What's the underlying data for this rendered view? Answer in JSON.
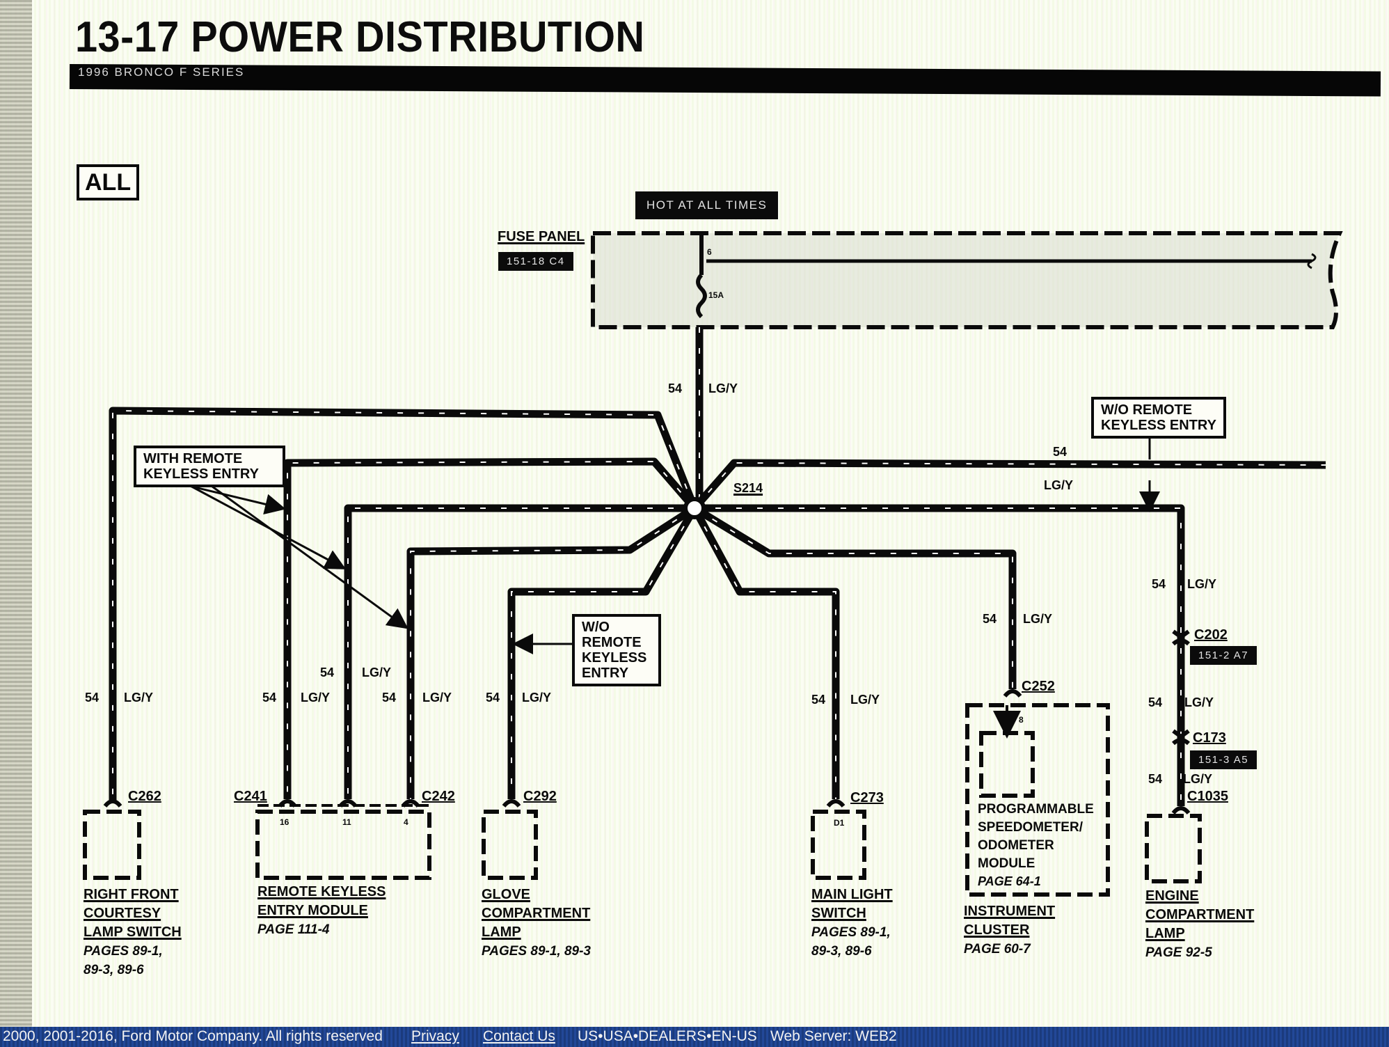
{
  "header": {
    "title": "13-17 POWER DISTRIBUTION",
    "subtitle": "1996 BRONCO F SERIES"
  },
  "applicability": "ALL",
  "power_source": {
    "status_tag": "HOT AT ALL TIMES",
    "fuse_panel": {
      "label": "FUSE PANEL",
      "ref": "151-18 C4",
      "terminal": "6",
      "fuse_rating": "15A"
    }
  },
  "wire": {
    "circuit": "54",
    "color": "LG/Y"
  },
  "splice": "S214",
  "notes": {
    "with_rke": "WITH REMOTE KEYLESS ENTRY",
    "without_rke_right": "W/O REMOTE KEYLESS ENTRY",
    "without_rke_center": [
      "W/O",
      "REMOTE",
      "KEYLESS",
      "ENTRY"
    ]
  },
  "connectors": {
    "c262": "C262",
    "c241": "C241",
    "c242": "C242",
    "c292": "C292",
    "c273": "C273",
    "c252": "C252",
    "c202": {
      "name": "C202",
      "ref": "151-2 A7"
    },
    "c173": {
      "name": "C173",
      "ref": "151-3 A5"
    },
    "c1035": "C1035"
  },
  "pins": {
    "rke_16": "16",
    "rke_11": "11",
    "rke_4": "4",
    "main_light_d1": "D1",
    "cluster_8": "8"
  },
  "components": [
    {
      "name": [
        "RIGHT FRONT",
        "COURTESY",
        "LAMP SWITCH"
      ],
      "ref": [
        "PAGES 89-1,",
        "89-3, 89-6"
      ]
    },
    {
      "name": [
        "REMOTE KEYLESS",
        "ENTRY MODULE"
      ],
      "ref": [
        "PAGE 111-4"
      ]
    },
    {
      "name": [
        "GLOVE",
        "COMPARTMENT",
        "LAMP"
      ],
      "ref": [
        "PAGES 89-1, 89-3"
      ]
    },
    {
      "name": [
        "MAIN LIGHT",
        "SWITCH"
      ],
      "ref": [
        "PAGES 89-1,",
        "89-3, 89-6"
      ]
    },
    {
      "name": [
        "INSTRUMENT",
        "CLUSTER"
      ],
      "ref": [
        "PAGE 60-7"
      ],
      "sub_module": {
        "name": [
          "PROGRAMMABLE",
          "SPEEDOMETER/",
          "ODOMETER",
          "MODULE"
        ],
        "ref": "PAGE 64-1"
      }
    },
    {
      "name": [
        "ENGINE",
        "COMPARTMENT",
        "LAMP"
      ],
      "ref": [
        "PAGE 92-5"
      ]
    }
  ],
  "footer": {
    "copyright": "2000, 2001-2016, Ford Motor Company. All rights reserved",
    "privacy": "Privacy",
    "contact": "Contact Us",
    "locale": "US•USA•DEALERS•EN-US",
    "server": "Web Server: WEB2"
  }
}
